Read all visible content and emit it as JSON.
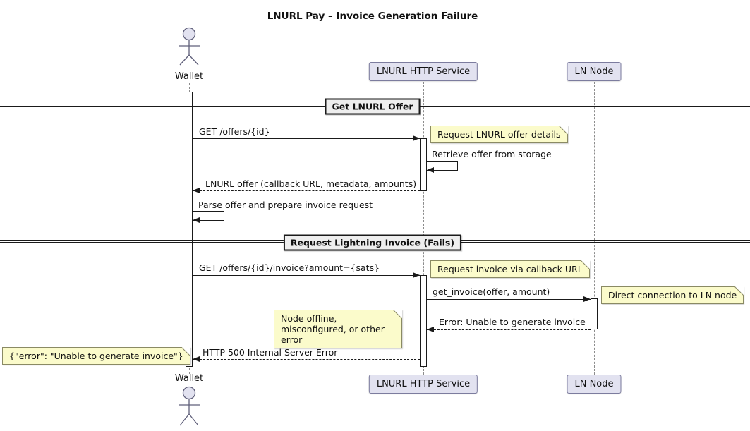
{
  "diagram": {
    "title": "LNURL Pay – Invoice Generation Failure",
    "type": "sequence-diagram"
  },
  "participants": {
    "wallet": "Wallet",
    "service": "LNURL HTTP Service",
    "node": "LN Node"
  },
  "sections": {
    "get_offer": "Get LNURL Offer",
    "request_invoice": "Request Lightning Invoice (Fails)"
  },
  "messages": {
    "get_offer_request": "GET /offers/{id}",
    "retrieve_offer": "Retrieve offer from storage",
    "offer_response": "LNURL offer (callback URL, metadata, amounts)",
    "parse_offer": "Parse offer and prepare invoice request",
    "invoice_request": "GET /offers/{id}/invoice?amount={sats}",
    "get_invoice_call": "get_invoice(offer, amount)",
    "node_error": "Error: Unable to generate invoice",
    "http_error": "HTTP 500 Internal Server Error"
  },
  "notes": {
    "offer_details": "Request LNURL offer details",
    "callback": "Request invoice via callback URL",
    "direct_connection": "Direct connection to LN node",
    "node_offline": "Node offline, misconfigured, or other error",
    "error_body": "{\"error\": \"Unable to generate invoice\"}"
  },
  "colors": {
    "note_fill": "#FBFBCB",
    "note_border": "#8A8A64",
    "participant_fill": "#E2E2F0",
    "participant_border": "#7C7C9E",
    "divider_fill": "#EEEEEE",
    "line": "#1A1A1A",
    "lifeline": "#8C8C8C"
  }
}
